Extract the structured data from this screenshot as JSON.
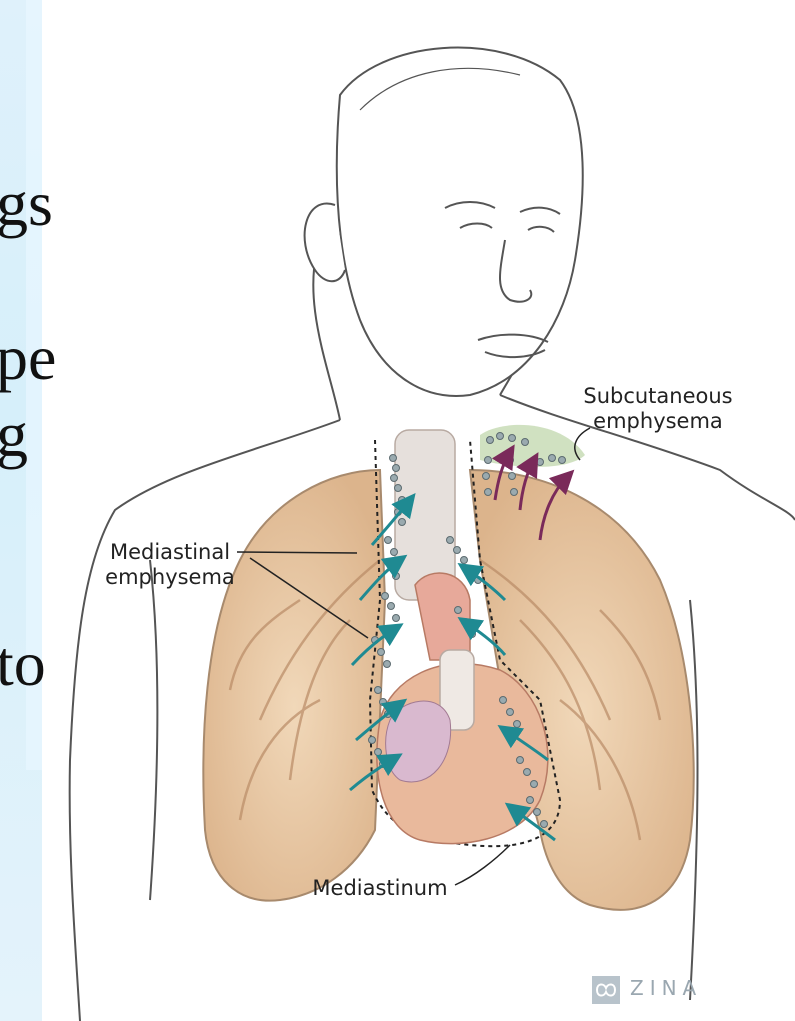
{
  "left_panel": {
    "fragments": [
      "gs",
      "pe",
      "g",
      "to"
    ]
  },
  "labels": {
    "subcutaneous": "Subcutaneous\nemphysema",
    "mediastinal": "Mediastinal\nemphysema",
    "mediastinum": "Mediastinum"
  },
  "logo": {
    "text": "ZINA"
  },
  "colors": {
    "lung": "#e9c9a4",
    "arrow": "#1f8a92",
    "purple_arrow": "#7a2a5a",
    "bubble": "#8a9da3",
    "skin_line": "#555555",
    "left_panel_bg": "#dff1fb"
  }
}
